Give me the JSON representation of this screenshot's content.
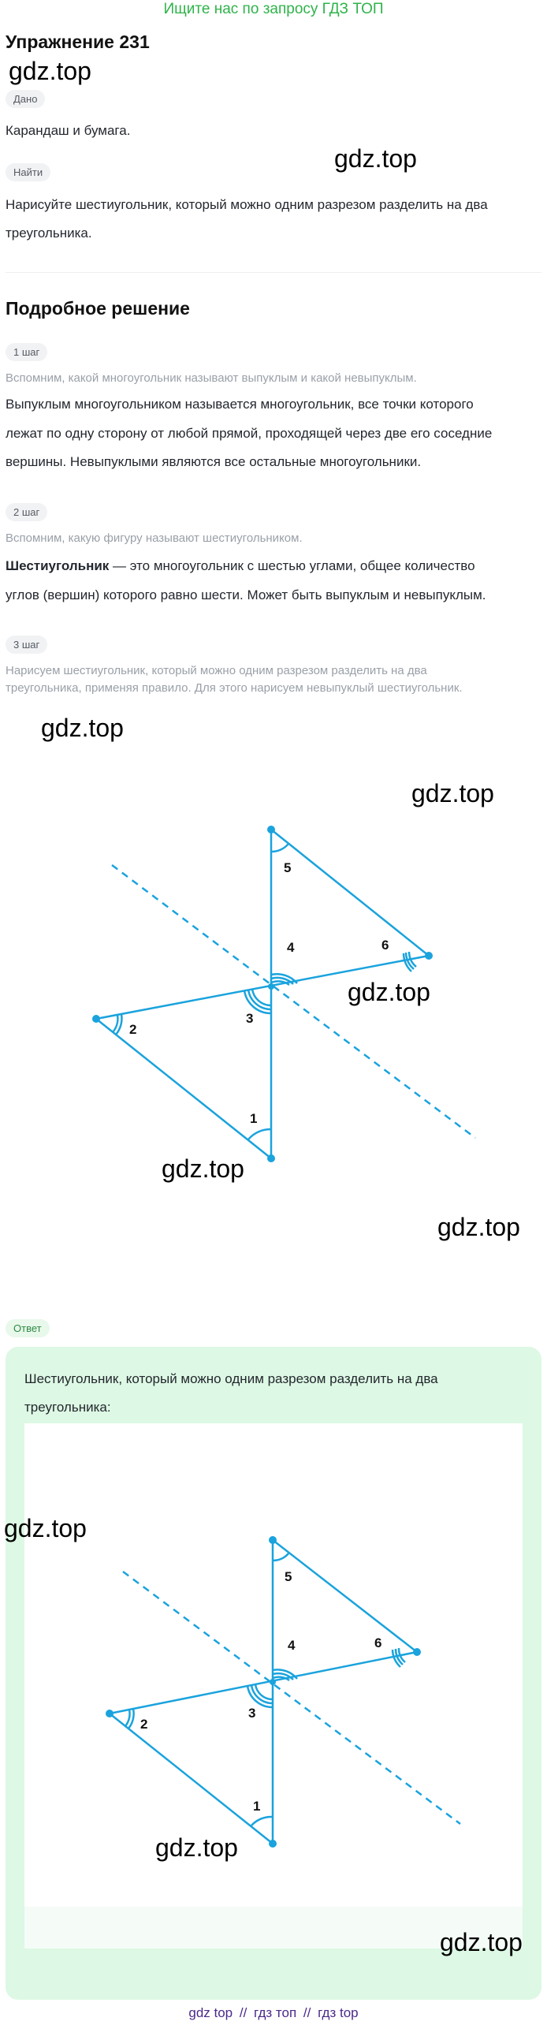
{
  "banner": "Ищите нас по запросу ГДЗ ТОП",
  "title": "Упражнение 231",
  "watermark": "gdz.top",
  "given_label": "Дано",
  "given_text": "Карандаш и бумага.",
  "find_label": "Найти",
  "find_text_1": "Нарисуйте шестиугольник, который можно одним разрезом разделить на два",
  "find_text_2": "треугольника.",
  "solution_title": "Подробное решение",
  "steps": [
    {
      "label": "1 шаг",
      "hint": "Вспомним, какой многоугольник называют выпуклым и какой невыпуклым.",
      "lines": [
        "Выпуклым многоугольником называется многоугольник, все точки которого",
        "лежат по одну сторону от любой прямой, проходящей через две его соседние",
        "вершины. Невыпуклыми являются все остальные многоугольники."
      ]
    },
    {
      "label": "2 шаг",
      "hint": "Вспомним, какую фигуру называют шестиугольником.",
      "term": "Шестиугольник",
      "line1_rest": " — это многоугольник с шестью углами, общее количество",
      "line2": "углов (вершин) которого равно шести. Может быть выпуклым и невыпуклым."
    },
    {
      "label": "3 шаг",
      "hint_1": "Нарисуем шестиугольник, который можно одним разрезом разделить на два",
      "hint_2": "треугольника, применяя правило. Для этого нарисуем невыпуклый шестиугольник."
    }
  ],
  "angle_labels": [
    "1",
    "2",
    "3",
    "4",
    "5",
    "6"
  ],
  "answer_label": "Ответ",
  "answer_text_1": "Шестиугольник, который можно одним разрезом разделить на два",
  "answer_text_2": "треугольника:",
  "footer_links": [
    "gdz top",
    "гдз топ",
    "гдз top"
  ],
  "footer_separator": "//",
  "colors": {
    "figure": "#1aa3dd",
    "banner": "#2fb34a",
    "answer_bg": "#ddf8e4"
  }
}
